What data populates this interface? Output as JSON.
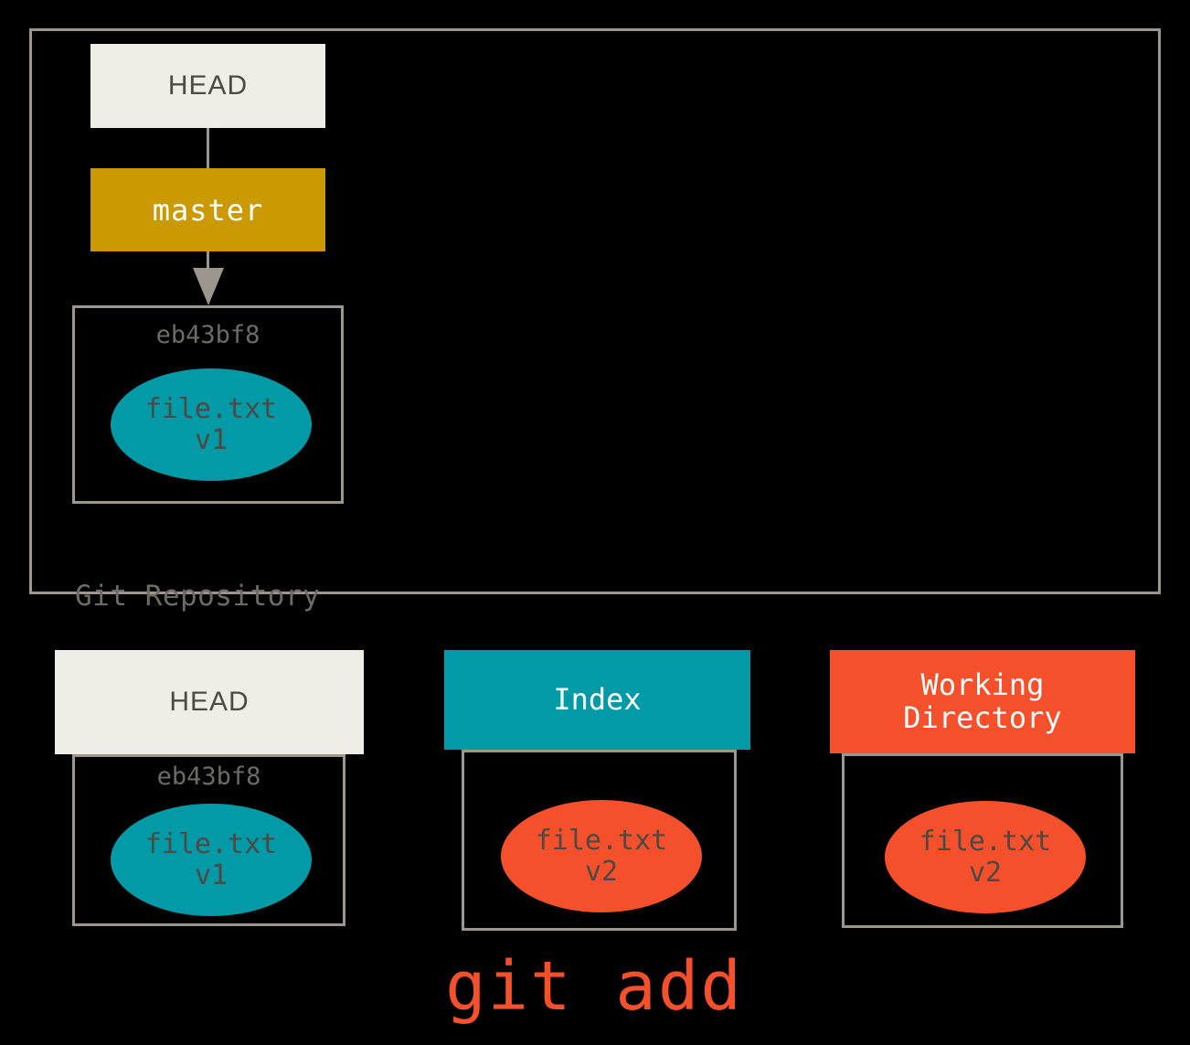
{
  "diagram": {
    "title": "git add",
    "repository": {
      "label": "Git Repository",
      "head_ref": "HEAD",
      "branch_ref": "master",
      "commit": {
        "hash": "eb43bf8",
        "blob": {
          "filename": "file.txt",
          "version": "v1",
          "color": "#029aa6"
        }
      }
    },
    "areas": [
      {
        "name": "head",
        "header_label": "HEAD",
        "header_lines": [
          "HEAD"
        ],
        "header_bg": "#eeeee7",
        "header_fg": "#4d4944",
        "hash": "eb43bf8",
        "blob": {
          "filename": "file.txt",
          "version": "v1",
          "color": "#029aa6"
        }
      },
      {
        "name": "index",
        "header_label": "Index",
        "header_lines": [
          "Index"
        ],
        "header_bg": "#029aa6",
        "header_fg": "#ffffff",
        "hash": "",
        "blob": {
          "filename": "file.txt",
          "version": "v2",
          "color": "#f4502b"
        }
      },
      {
        "name": "working-directory",
        "header_label": "Working Directory",
        "header_lines": [
          "Working",
          "Directory"
        ],
        "header_bg": "#f4502b",
        "header_fg": "#ffffff",
        "hash": "",
        "blob": {
          "filename": "file.txt",
          "version": "v2",
          "color": "#f4502b"
        }
      }
    ],
    "caption": "git add",
    "colors": {
      "background": "#000000",
      "border": "#9d968d",
      "cream": "#eeeee7",
      "gold": "#cb9a02",
      "teal": "#029aa6",
      "orange": "#f4502b",
      "text_dark": "#4d4944",
      "text_muted": "#6e6a64"
    }
  }
}
